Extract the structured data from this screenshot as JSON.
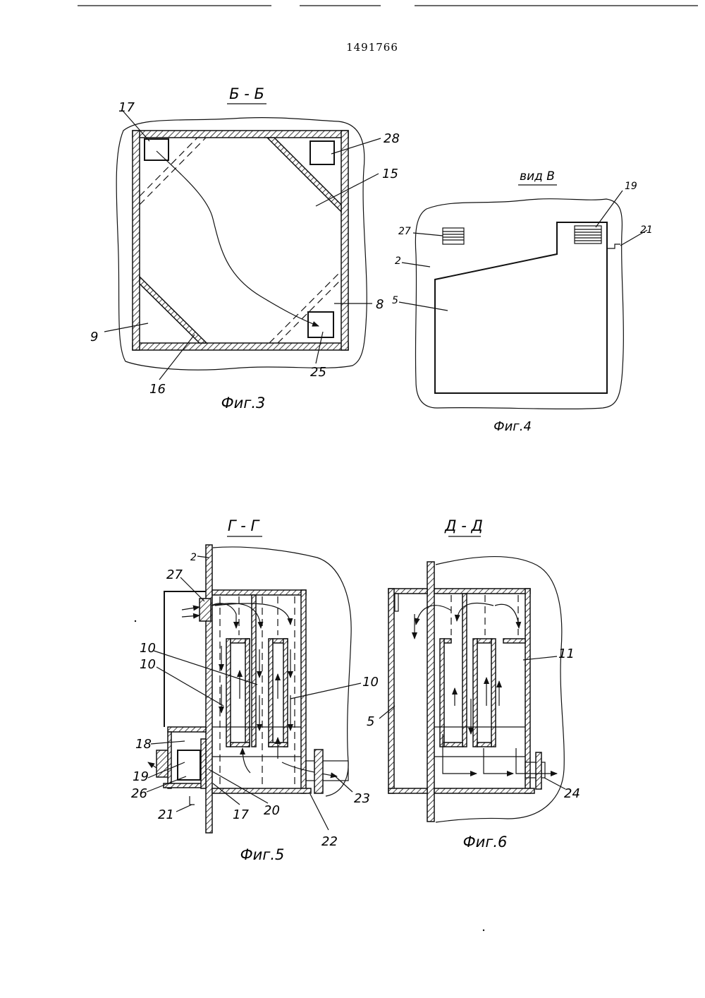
{
  "document": {
    "patent_number": "1491766"
  },
  "figures": {
    "fig3": {
      "section": "Б - Б",
      "caption": "Фиг.3",
      "labels": [
        "17",
        "28",
        "15",
        "8",
        "9",
        "16",
        "25"
      ]
    },
    "fig4": {
      "section": "вид В",
      "caption": "Фиг.4",
      "labels": [
        "19",
        "21",
        "27",
        "2",
        "5"
      ]
    },
    "fig5": {
      "section": "Г - Г",
      "caption": "Фиг.5",
      "labels": [
        "2",
        "27",
        "10",
        "10",
        "10",
        "18",
        "19",
        "26",
        "21",
        "17",
        "20",
        "22",
        "23"
      ]
    },
    "fig6": {
      "section": "Д - Д",
      "caption": "Фиг.6",
      "labels": [
        "11",
        "5",
        "24"
      ]
    }
  }
}
